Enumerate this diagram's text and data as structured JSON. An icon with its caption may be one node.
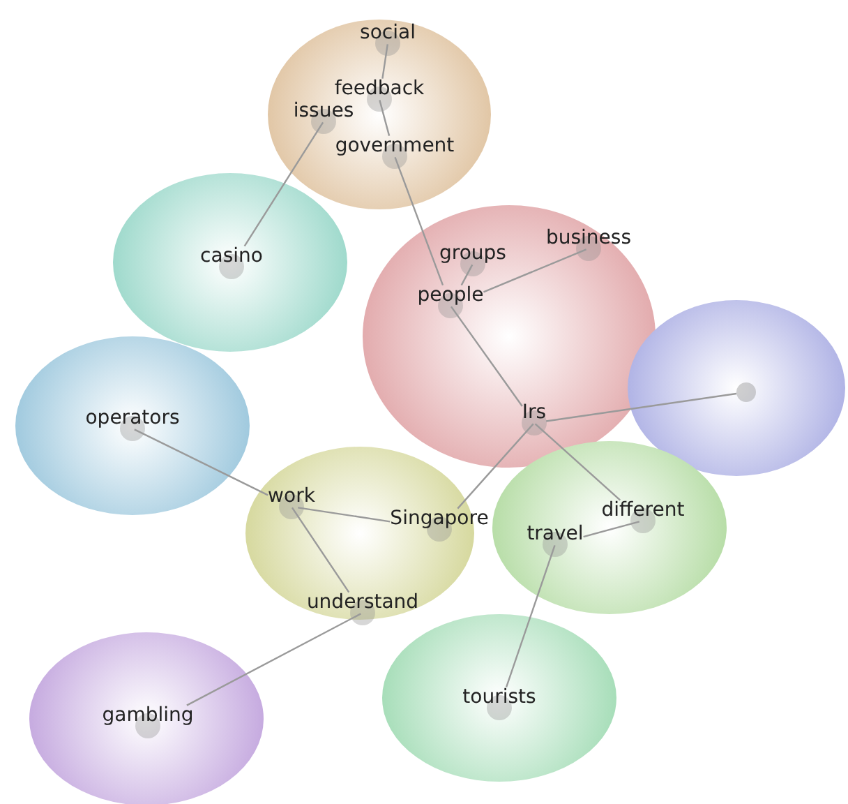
{
  "diagram": {
    "nodes": [
      {
        "text": [],
        "shape": "circle"
      },
      {
        "text": [
          "social"
        ],
        "in": 0
      },
      {
        "text": [
          "feedback"
        ],
        "in": 0
      },
      {
        "text": [
          "issues"
        ],
        "in": 0
      },
      {
        "text": [
          "government"
        ],
        "in": 0
      },
      {
        "text": [],
        "shape": "circle"
      },
      {
        "text": [
          "casino"
        ],
        "in": 5
      },
      {
        "text": [],
        "shape": "circle"
      },
      {
        "text": [
          "groups"
        ],
        "in": 7
      },
      {
        "text": [
          "business"
        ],
        "in": 7
      },
      {
        "text": [
          "people"
        ],
        "in": 7
      },
      {
        "text": [
          "Irs"
        ],
        "in": 7
      },
      {
        "text": [],
        "shape": "circle"
      },
      {
        "text": [],
        "shape": "circle",
        "in": 12
      },
      {
        "text": [],
        "shape": "circle"
      },
      {
        "text": [
          "operators"
        ],
        "in": 14
      },
      {
        "text": [],
        "shape": "circle"
      },
      {
        "text": [
          "work"
        ],
        "in": 16
      },
      {
        "text": [
          "Singapore"
        ],
        "in": 16
      },
      {
        "text": [
          "understand"
        ],
        "in": 16
      },
      {
        "text": [],
        "shape": "circle"
      },
      {
        "text": [
          "different"
        ],
        "in": 20
      },
      {
        "text": [
          "travel"
        ],
        "in": 20
      },
      {
        "text": [],
        "shape": "circle"
      },
      {
        "text": [
          "gambling"
        ],
        "in": 23
      },
      {
        "text": [],
        "shape": "circle"
      },
      {
        "text": [
          "tourists"
        ],
        "in": 25
      }
    ],
    "edges": [
      {
        "from": 1,
        "to": 2,
        "arrow": "none"
      },
      {
        "from": 2,
        "to": 4,
        "arrow": "none"
      },
      {
        "from": 4,
        "to": 10,
        "arrow": "none"
      },
      {
        "from": 3,
        "to": 6,
        "arrow": "none"
      },
      {
        "from": 10,
        "to": 8,
        "arrow": "none"
      },
      {
        "from": 10,
        "to": 9,
        "arrow": "none"
      },
      {
        "from": 10,
        "to": 11,
        "arrow": "none"
      },
      {
        "from": 11,
        "to": 13,
        "arrow": "none"
      },
      {
        "from": 11,
        "to": 21,
        "arrow": "none"
      },
      {
        "from": 11,
        "to": 18,
        "arrow": "none"
      },
      {
        "from": 18,
        "to": 17,
        "arrow": "none"
      },
      {
        "from": 17,
        "to": 15,
        "arrow": "none"
      },
      {
        "from": 17,
        "to": 19,
        "arrow": "none"
      },
      {
        "from": 19,
        "to": 24,
        "arrow": "none"
      },
      {
        "from": 21,
        "to": 22,
        "arrow": "none"
      },
      {
        "from": 22,
        "to": 26,
        "arrow": "none"
      }
    ]
  }
}
